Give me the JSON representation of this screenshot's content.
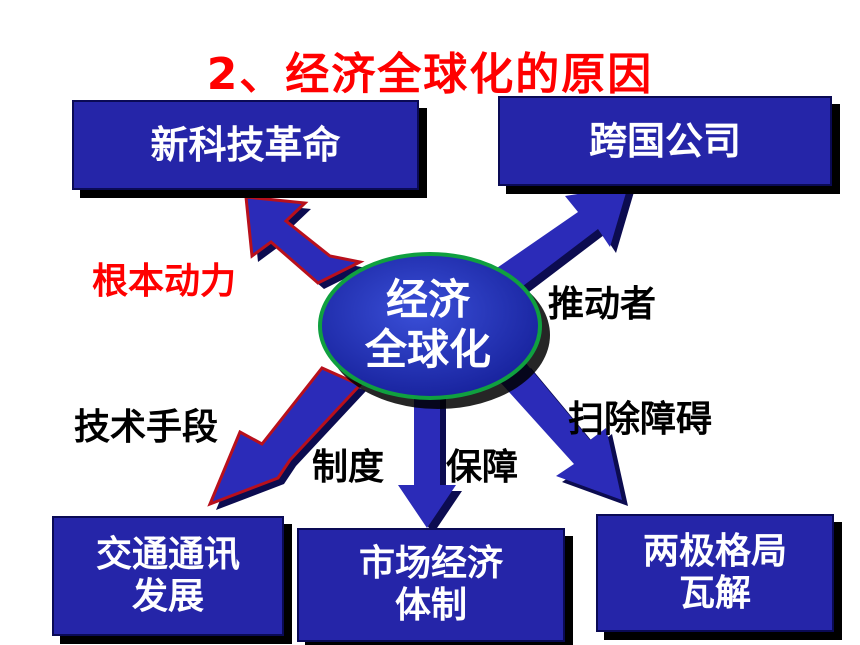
{
  "title": "2、经济全球化的原因",
  "center": {
    "line1": "经济",
    "line2": "全球化"
  },
  "boxes": {
    "top_left": {
      "line1": "新科技革命"
    },
    "top_right": {
      "line1": "跨国公司"
    },
    "bottom_left": {
      "line1": "交通通讯",
      "line2": "发展"
    },
    "bottom_middle": {
      "line1": "市场经济",
      "line2": "体制"
    },
    "bottom_right": {
      "line1": "两极格局",
      "line2": "瓦解"
    }
  },
  "labels": {
    "top_left": "根本动力",
    "top_right": "推动者",
    "left": "技术手段",
    "middle_left": "制度",
    "middle_right": "保障",
    "right": "扫除障碍"
  },
  "colors": {
    "title": "#ff0000",
    "box_fill": "#2525a8",
    "arrow_fill": "#2b2bb8",
    "arrow_dark": "#0c0c50",
    "ellipse_fill": "#1e2ab8",
    "ellipse_border": "#10a040",
    "highlight_label": "#ff0000"
  }
}
